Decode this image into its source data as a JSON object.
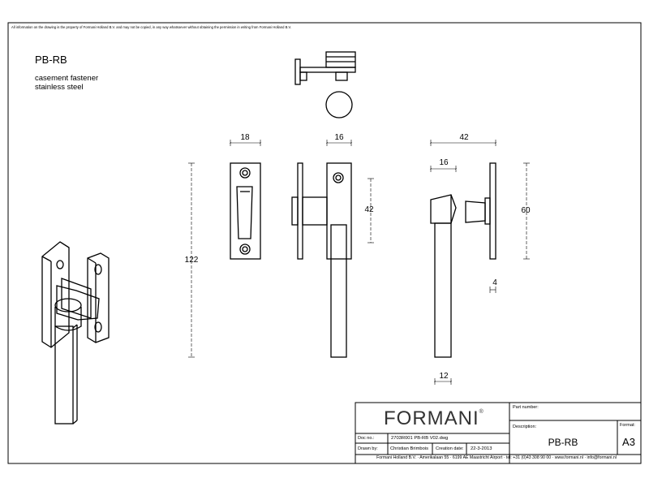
{
  "notice": "All information on the drawing is the property of Formani Holland B.V. and may not be copied, in any way whatsoever without obtaining the permission in writing from Formani Holland B.V.",
  "product": {
    "code": "PB-RB",
    "description_line1": "casement fastener",
    "description_line2": "stainless steel"
  },
  "dimensions": {
    "strike_width": "18",
    "side_width": "16",
    "total_depth": "42",
    "spindle_width": "16",
    "total_height": "122",
    "plate_height_side": "42",
    "plate_height_profile": "60",
    "plate_thickness": "4",
    "handle_width": "12"
  },
  "title_block": {
    "brand": "FORMANI",
    "brand_mark": "®",
    "part_number_label": "Part number:",
    "description_label": "Description:",
    "description_value": "PB-RB",
    "format_label": "Format:",
    "format_value": "A3",
    "doc_label": "Doc no.:",
    "doc_value": "2703R001 PB-RB V02.dwg",
    "drawn_label": "Drawn by:",
    "drawn_value": "Christian Brimbois",
    "created_label": "Creation date:",
    "created_value": "22-3-2013",
    "footer": "Formani Holland B.V. · Amerikalaan 55 · 6199 AE Maastricht Airport · tel: +31 (0)43 308 90 00 · www.formani.nl · info@formani.nl"
  }
}
